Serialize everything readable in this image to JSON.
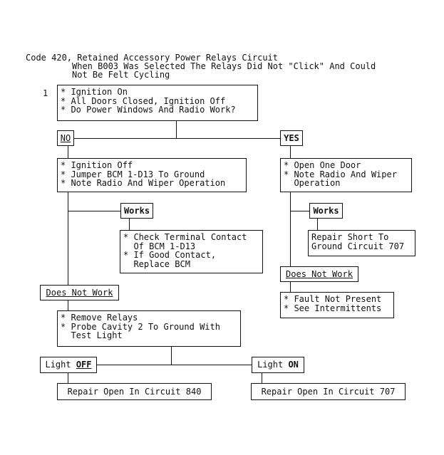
{
  "header": {
    "title": "Code 420, Retained Accessory Power Relays Circuit",
    "subtitle_1": "When B003 Was Selected The Relays Did Not \"Click\" And Could",
    "subtitle_2": "Not Be Felt Cycling"
  },
  "step_number": "1",
  "step1": {
    "lines": [
      "* Ignition On",
      "* All Doors Closed, Ignition Off",
      "* Do Power Windows And Radio Work?"
    ]
  },
  "no_label": "NO",
  "yes_label": "YES",
  "no_branch": {
    "lines": [
      "* Ignition Off",
      "* Jumper BCM 1-D13 To Ground",
      "* Note Radio And Wiper Operation"
    ]
  },
  "yes_branch": {
    "lines": [
      "* Open One Door",
      "* Note Radio And Wiper",
      "  Operation"
    ]
  },
  "works_label_left": "Works",
  "works_label_right": "Works",
  "check_terminal": {
    "lines": [
      "* Check Terminal Contact",
      "  Of BCM 1-D13",
      "* If Good Contact,",
      "  Replace BCM"
    ]
  },
  "repair_short": {
    "lines": [
      "Repair Short To",
      "Ground Circuit 707"
    ]
  },
  "does_not_work_left": "Does Not Work",
  "does_not_work_right": "Does Not Work",
  "fault_box": {
    "lines": [
      "* Fault Not Present",
      "* See Intermittents"
    ]
  },
  "remove_relays": {
    "lines": [
      "* Remove Relays",
      "* Probe Cavity 2 To Ground With",
      "  Test Light"
    ]
  },
  "light_off": {
    "prefix": "Light ",
    "state": "OFF"
  },
  "light_on": {
    "prefix": "Light ",
    "state": "ON"
  },
  "repair_open_840": "Repair Open In Circuit 840",
  "repair_open_707": "Repair Open In Circuit 707"
}
